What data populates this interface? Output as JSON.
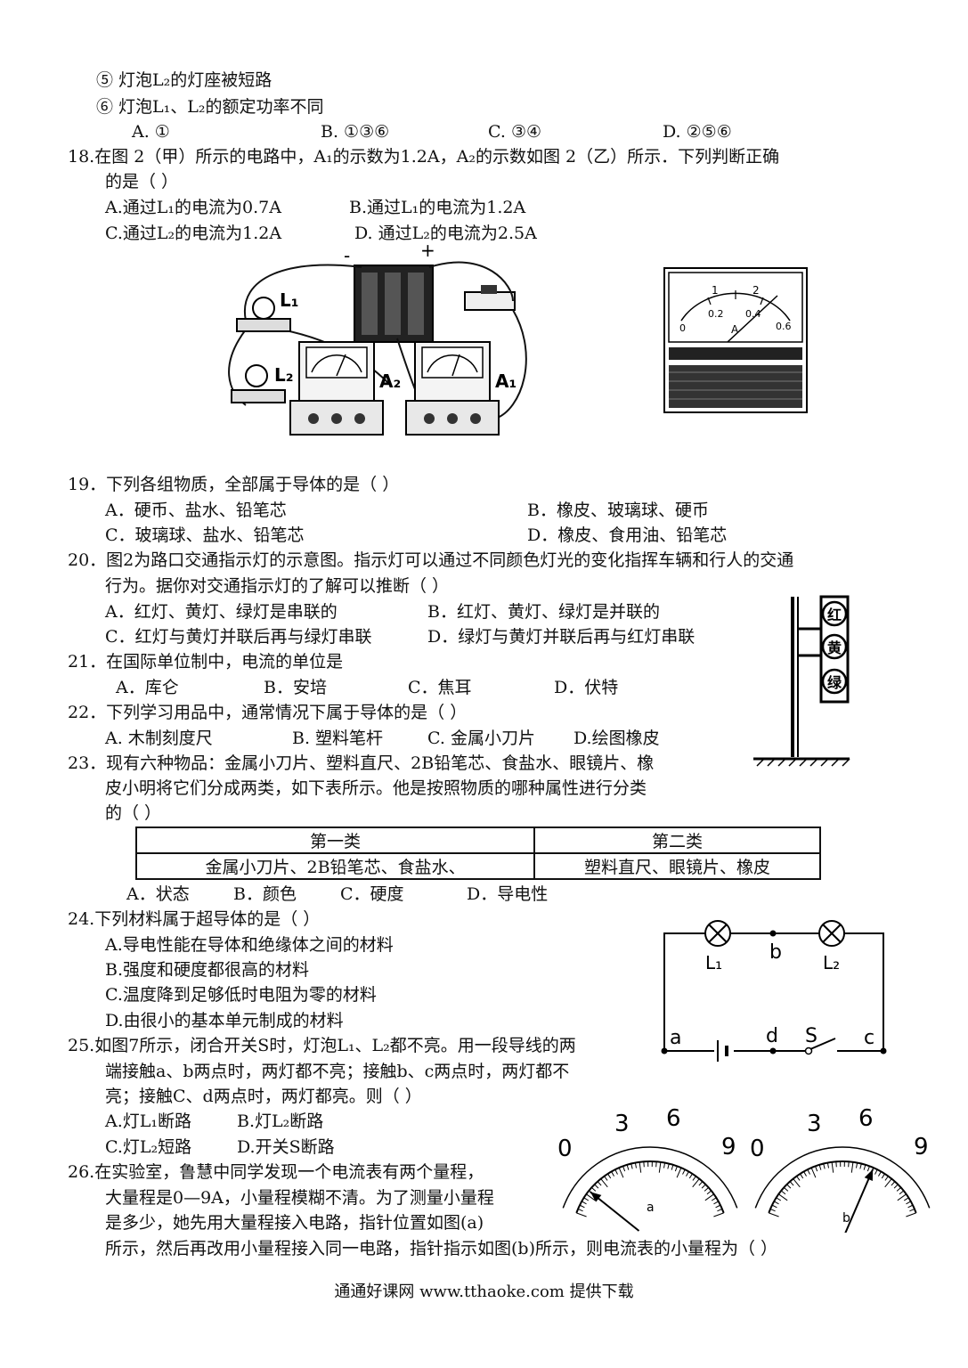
{
  "lines": {
    "l1": "⑤ 灯泡L₂的灯座被短路",
    "l2": "⑥ 灯泡L₁、L₂的额定功率不同",
    "q17a": "A. ①",
    "q17b": "B. ①③⑥",
    "q17c": "C. ③④",
    "q17d": "D. ②⑤⑥",
    "q18_1": "18.在图 2（甲）所示的电路中，A₁的示数为1.2A，A₂的示数如图 2（乙）所示．下列判断正确",
    "q18_2": "的是（      ）",
    "q18a": "A.通过L₁的电流为0.7A",
    "q18b": "B.通过L₁的电流为1.2A",
    "q18c": "C.通过L₂的电流为1.2A",
    "q18d": "D. 通过L₂的电流为2.5A",
    "q19": "19．下列各组物质，全部属于导体的是（      ）",
    "q19a": "A．硬币、盐水、铅笔芯",
    "q19b": "B．橡皮、玻璃球、硬币",
    "q19c": "C．玻璃球、盐水、铅笔芯",
    "q19d": "D．橡皮、食用油、铅笔芯",
    "q20_1": "20．图2为路口交通指示灯的示意图。指示灯可以通过不同颜色灯光的变化指挥车辆和行人的交通",
    "q20_2": "行为。据你对交通指示灯的了解可以推断（      ）",
    "q20a": "A．红灯、黄灯、绿灯是串联的",
    "q20b": "B．红灯、黄灯、绿灯是并联的",
    "q20c": "C．红灯与黄灯并联后再与绿灯串联",
    "q20d": "D．绿灯与黄灯并联后再与红灯串联",
    "q21": "21．在国际单位制中，电流的单位是",
    "q21a": "A．库仑",
    "q21b": "B．安培",
    "q21c": "C．焦耳",
    "q21d": "D．伏特",
    "q22": "22．下列学习用品中，通常情况下属于导体的是（      ）",
    "q22a": "A. 木制刻度尺",
    "q22b": "B. 塑料笔杆",
    "q22c": "C. 金属小刀片",
    "q22d": "D.绘图橡皮",
    "q23_1": "23．现有六种物品：金属小刀片、塑料直尺、2B铅笔芯、食盐水、眼镜片、橡",
    "q23_2": "皮小明将它们分成两类，如下表所示。他是按照物质的哪种属性进行分类",
    "q23_3": "的（      ）",
    "q23a": "A．状态",
    "q23b": "B．颜色",
    "q23c": "C．硬度",
    "q23d": "D．导电性",
    "q24": "24.下列材料属于超导体的是（      ）",
    "q24a": "A.导电性能在导体和绝缘体之间的材料",
    "q24b": "B.强度和硬度都很高的材料",
    "q24c": "C.温度降到足够低时电阻为零的材料",
    "q24d": "D.由很小的基本单元制成的材料",
    "q25_1": "25.如图7所示，闭合开关S时，灯泡L₁、L₂都不亮。用一段导线的两",
    "q25_2": "端接触a、b两点时，两灯都不亮；接触b、c两点时，两灯都不",
    "q25_3": "亮；接触C、d两点时，两灯都亮。则（      ）",
    "q25a": "A.灯L₁断路",
    "q25b": "B.灯L₂断路",
    "q25c": "C.灯L₂短路",
    "q25d": "D.开关S断路",
    "q26_1": "26.在实验室，鲁慧中同学发现一个电流表有两个量程，",
    "q26_2": "大量程是0—9A，小量程模糊不清。为了测量小量程",
    "q26_3": "是多少，她先用大量程接入电路，指针位置如图(a)",
    "q26_4": "所示，然后再改用小量程接入同一电路，指针指示如图(b)所示，则电流表的小量程为（      ）"
  },
  "table": {
    "header1": "第一类",
    "header2": "第二类",
    "cell1": "金属小刀片、2B铅笔芯、食盐水、",
    "cell2": "塑料直尺、眼镜片、橡皮"
  },
  "figures": {
    "circuit_photo": {
      "minus": "-",
      "plus": "+",
      "L1": "L₁",
      "L2": "L₂",
      "A1": "A₁",
      "A2": "A₂"
    },
    "ammeter": {
      "top_ticks": [
        "1",
        "2"
      ],
      "bottom_ticks": [
        "0",
        "0.2",
        "0.4",
        "0.6"
      ],
      "unit": "A"
    },
    "traffic_light": {
      "red": "红",
      "yellow": "黄",
      "green": "绿"
    },
    "circuit7": {
      "L1": "L₁",
      "L2": "L₂",
      "a": "a",
      "b": "b",
      "c": "c",
      "d": "d",
      "S": "S"
    },
    "meters": {
      "labels": [
        "0",
        "3",
        "6",
        "9"
      ],
      "cap_a": "a",
      "cap_b": "b",
      "needle_a_value": 1.2,
      "needle_b_value": 6.0
    }
  },
  "footer": "通通好课网 www.tthaoke.com 提供下载"
}
